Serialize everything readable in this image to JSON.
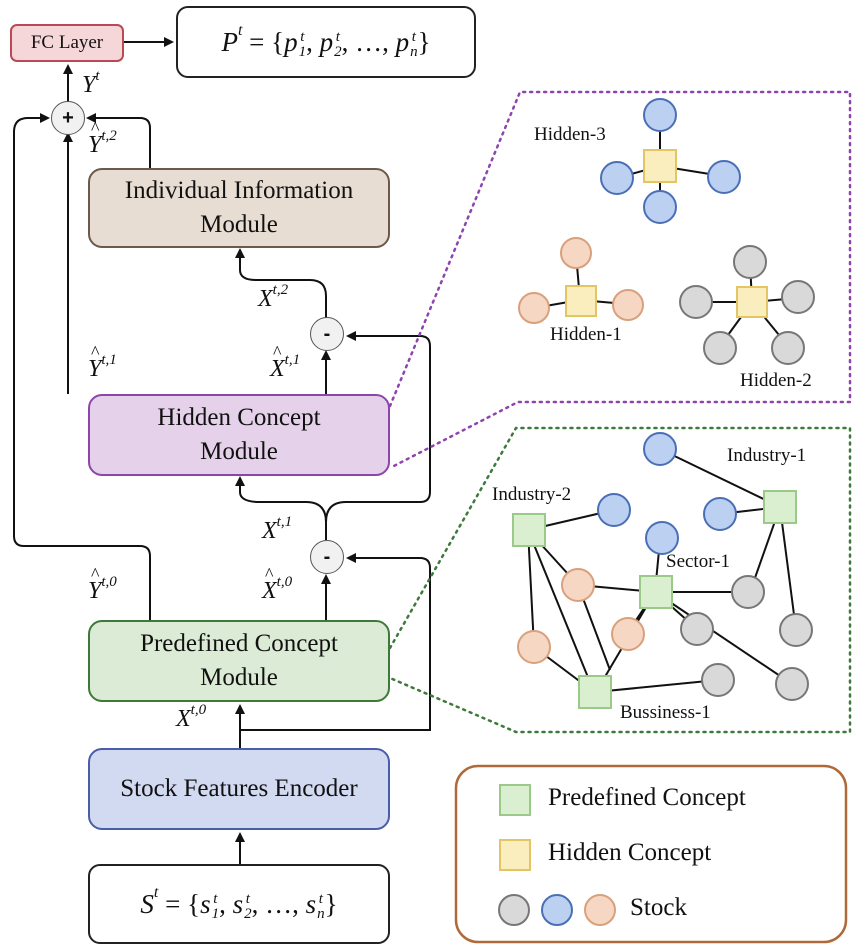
{
  "colors": {
    "fc_fill": "#f5d6d9",
    "fc_border": "#b94a55",
    "individual_fill": "#e8ddd2",
    "hidden_fill": "#e5d2ea",
    "hidden_border": "#8e44ad",
    "predefined_fill": "#dcebd6",
    "predefined_border": "#3d7a3a",
    "encoder_fill": "#d2daf1",
    "encoder_border": "#4a5da8",
    "stock_gray": "#d9d9d9",
    "stock_blue": "#bcd0f1",
    "stock_peach": "#f6d7c3",
    "predefined_node": "#d9efd0",
    "hidden_node": "#fbeebe",
    "legend_border": "#b06a3a"
  },
  "modules": {
    "fc_layer": "FC Layer",
    "individual": [
      "Individual Information",
      "Module"
    ],
    "hidden": [
      "Hidden Concept",
      "Module"
    ],
    "predefined": [
      "Predefined Concept",
      "Module"
    ],
    "encoder": "Stock Features Encoder"
  },
  "formulas": {
    "output": {
      "lhs": "P",
      "lhs_sup": "t",
      "eq": " = {",
      "items": [
        {
          "b": "p",
          "sub": "1",
          "sup": "t"
        },
        {
          "b": "p",
          "sub": "2",
          "sup": "t"
        },
        {
          "b": "p",
          "sub": "n",
          "sup": "t"
        }
      ],
      "ellipsis": ", …, ",
      "close": "}"
    },
    "input": {
      "lhs": "S",
      "lhs_sup": "t",
      "eq": " = {",
      "items": [
        {
          "b": "s",
          "sub": "1",
          "sup": "t"
        },
        {
          "b": "s",
          "sub": "2",
          "sup": "t"
        },
        {
          "b": "s",
          "sub": "n",
          "sup": "t"
        }
      ],
      "ellipsis": ", …, ",
      "close": "}"
    }
  },
  "labels": {
    "y_t": {
      "base": "Y",
      "sup": "t"
    },
    "y_hat_t2": {
      "base": "Y",
      "sup": "t,2"
    },
    "x_t2": {
      "base": "X",
      "sup": "t,2"
    },
    "y_hat_t1": {
      "base": "Y",
      "sup": "t,1"
    },
    "x_hat_t1": {
      "base": "X",
      "sup": "t,1"
    },
    "x_t1": {
      "base": "X",
      "sup": "t,1"
    },
    "y_hat_t0": {
      "base": "Y",
      "sup": "t,0"
    },
    "x_hat_t0": {
      "base": "X",
      "sup": "t,0"
    },
    "x_t0": {
      "base": "X",
      "sup": "t,0"
    }
  },
  "operators": {
    "plus": "+",
    "minus": "-"
  },
  "hidden_graph_labels": {
    "h3": "Hidden-3",
    "h1": "Hidden-1",
    "h2": "Hidden-2"
  },
  "predefined_graph_labels": {
    "ind1": "Industry-1",
    "ind2": "Industry-2",
    "sec1": "Sector-1",
    "bus1": "Bussiness-1"
  },
  "legend": {
    "predefined": "Predefined Concept",
    "hidden": "Hidden Concept",
    "stock": "Stock"
  }
}
